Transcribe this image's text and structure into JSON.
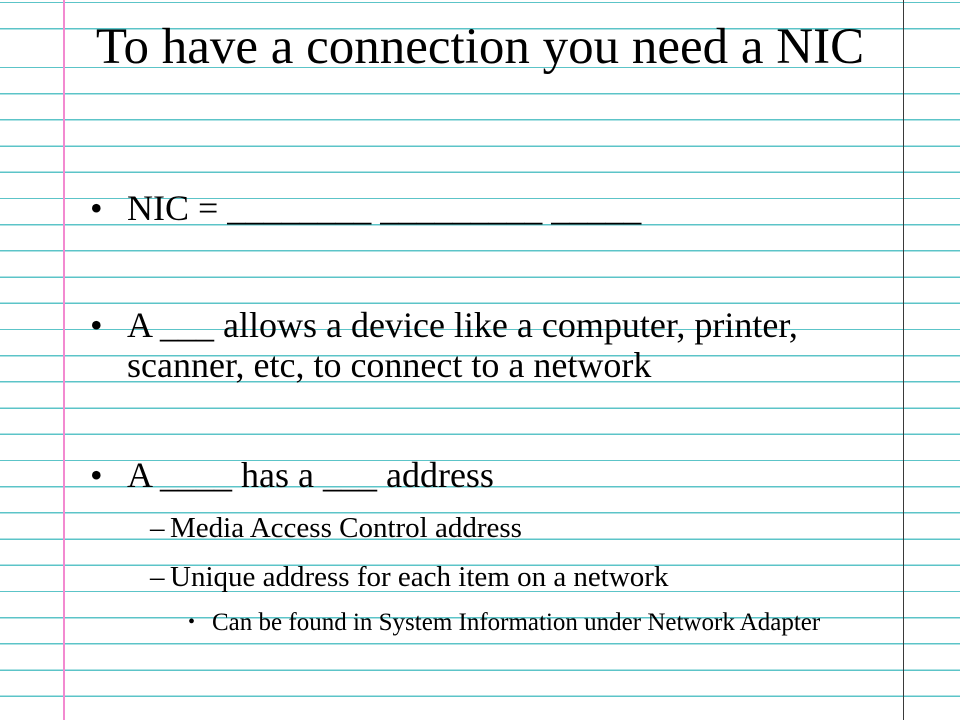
{
  "slide": {
    "title": "To have a connection you need a NIC",
    "bullets": [
      {
        "level": 1,
        "text": "NIC = ________ _________ _____"
      },
      {
        "level": 1,
        "text": "A ___ allows a device like a computer, printer, scanner, etc, to connect to a network"
      },
      {
        "level": 1,
        "text": "A ____ has a ___ address"
      },
      {
        "level": 2,
        "text": "Media Access Control address"
      },
      {
        "level": 2,
        "text": "Unique address for each item on a network"
      },
      {
        "level": 3,
        "text": "Can be found in System Information under Network Adapter"
      }
    ]
  },
  "colors": {
    "ruled_line": "#5cc4c8",
    "left_margin_line": "#f28ad0",
    "right_margin_line": "#3a3a3a",
    "text": "#000000"
  }
}
